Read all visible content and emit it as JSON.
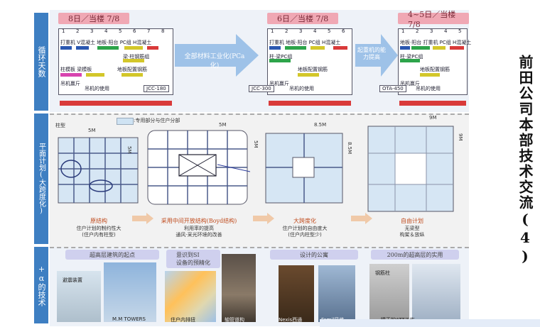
{
  "side_labels": {
    "cycle": "循环天数",
    "plan": "平面计划(大跨度化)",
    "tech": "+α的技术"
  },
  "cycles": [
    {
      "header": "8日／当楼 7/8",
      "days": [
        "1",
        "2",
        "3",
        "4",
        "5",
        "6",
        "7",
        "8"
      ],
      "row1": "打重机 V混凝土 地板·阳台 PC组 H混凝土",
      "row2": "梁·柱钢筋组",
      "row3a": "柱模板 梁模板",
      "row3b": "地板配置钢筋",
      "lift": "吊机赢斤",
      "crane_use": "吊机的使用",
      "crane": "JCC-180"
    },
    {
      "header": "6日／当楼 7/8",
      "days": [
        "1",
        "2",
        "3",
        "4",
        "5",
        "6"
      ],
      "row1": "打重机 地板·阳台 PC组 H混凝土",
      "row2": "柱·梁PC组",
      "row3a": "",
      "row3b": "地板配置钢筋",
      "lift": "吊机赢斤",
      "crane_use": "吊机的使用",
      "crane": "JCC-300"
    },
    {
      "header": "4~5日／当楼 7/8",
      "days": [
        "1",
        "2",
        "3",
        "4",
        "5"
      ],
      "row1": "地板·阳台 打重机 PC组 H混凝土",
      "row2": "柱·梁PC组",
      "row3a": "",
      "row3b": "地板配置钢筋",
      "lift": "吊机赢斤",
      "crane_use": "吊机的使用",
      "crane": "OTA-450"
    }
  ],
  "arrows": {
    "a1": "全部材料工业化(PCa化)",
    "a2": "起重机的能力提高"
  },
  "legend": ":专用部分与住户分部",
  "plans": [
    {
      "dims": [
        "柱型",
        "5M",
        "5M"
      ],
      "caption": "原结构",
      "sub": "住户计划的制约性大\n(住户内有柱型)"
    },
    {
      "dims": [
        "5M",
        "5M"
      ],
      "caption": "采用中间开放结构(Boyd结构)",
      "sub": "利用率的提高\n通风·采光环境的改善"
    },
    {
      "dims": [
        "8.5M",
        "8.5M"
      ],
      "caption": "大跨度化",
      "sub": "住户计划的自由度大\n(住户内柱型少)"
    },
    {
      "dims": [
        "9M",
        "9M"
      ],
      "caption": "自由计划",
      "sub": "无梁型\n构架＆放纵"
    }
  ],
  "tech": [
    {
      "header": "超高层建筑的起点",
      "labels": [
        "避震装置",
        "M.M TOWERS"
      ]
    },
    {
      "header": "意识到SI\n设备的预精化",
      "labels": [
        "住户内排扭",
        "轴管道构"
      ]
    },
    {
      "header": "设计的公寓",
      "labels": [
        "Nexis西通",
        "Famil风格"
      ]
    },
    {
      "header": "200m的超高层的实用",
      "labels": [
        "钢筋柱",
        "晴天的ATT工作"
      ]
    }
  ],
  "right_title": "前田公司本部技术交流(4)"
}
